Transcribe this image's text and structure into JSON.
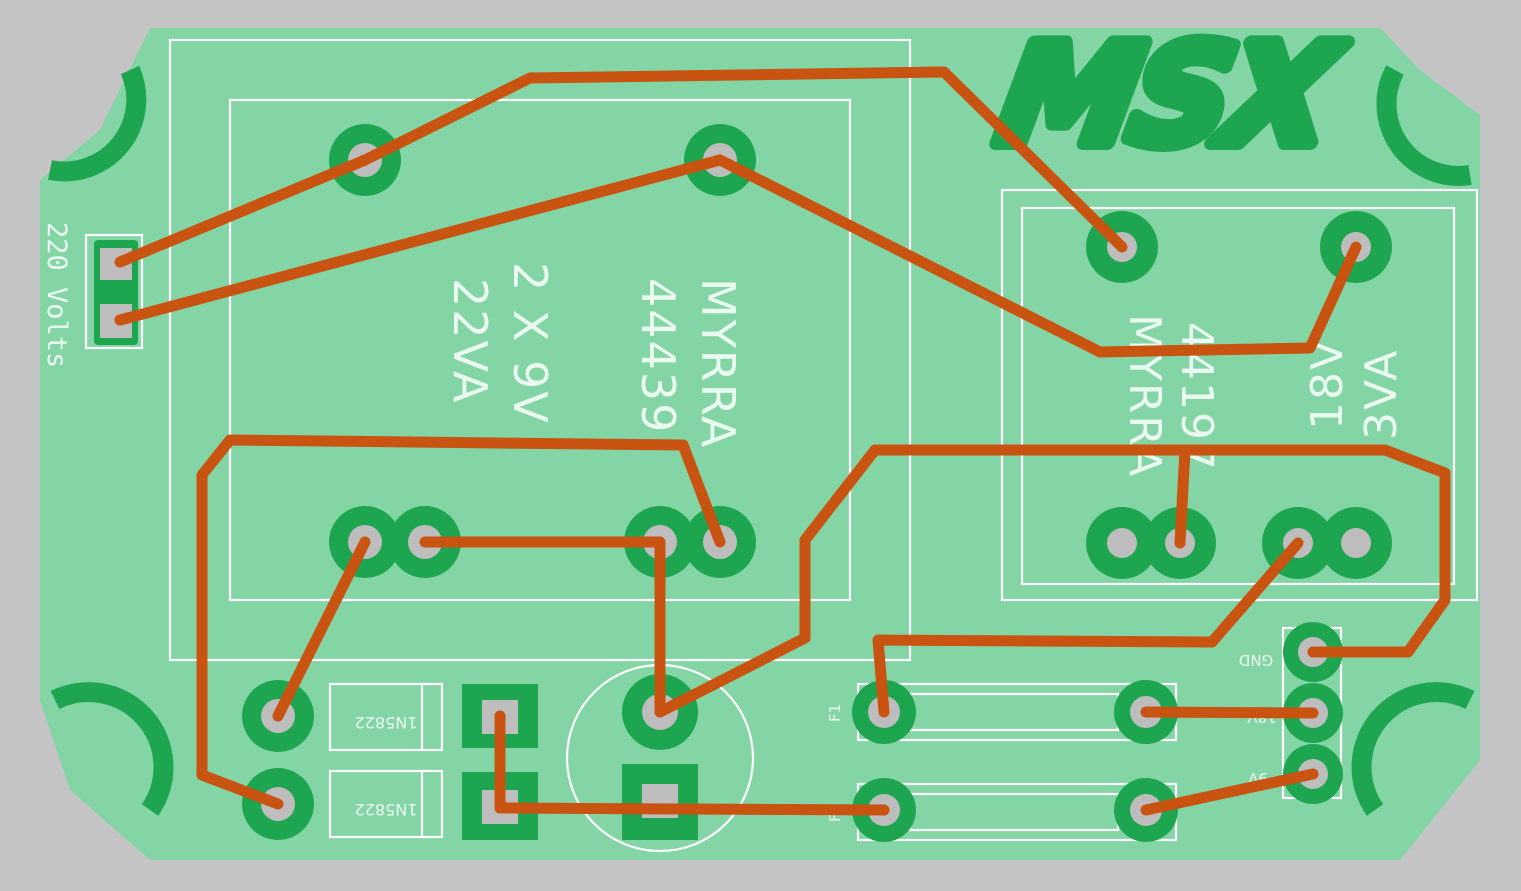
{
  "colors": {
    "background": "#c4c4c4",
    "board": "#84d5a6",
    "copper_pad": "#1ea54f",
    "hole": "#bdbdbd",
    "trace": "#c95310",
    "silkscreen": "#ffffff"
  },
  "logo": {
    "text": "MSX"
  },
  "labels": {
    "mains": "220 Volts",
    "t1_brand": "MYRRA",
    "t1_model": "44439",
    "t1_spec_voltage": "2 X 9V",
    "t1_spec_power": "22VA",
    "t2_brand": "MYRRA",
    "t2_model": "44197",
    "t2_spec_voltage": "18V",
    "t2_spec_power": "3VA",
    "diode_1": "1N5822",
    "diode_2": "1N5822",
    "fuse_1": "F1",
    "fuse_2": "F2",
    "conn_gnd": "GND",
    "conn_18v": "18V",
    "conn_9v": "9V",
    "cap_plus": "+"
  }
}
